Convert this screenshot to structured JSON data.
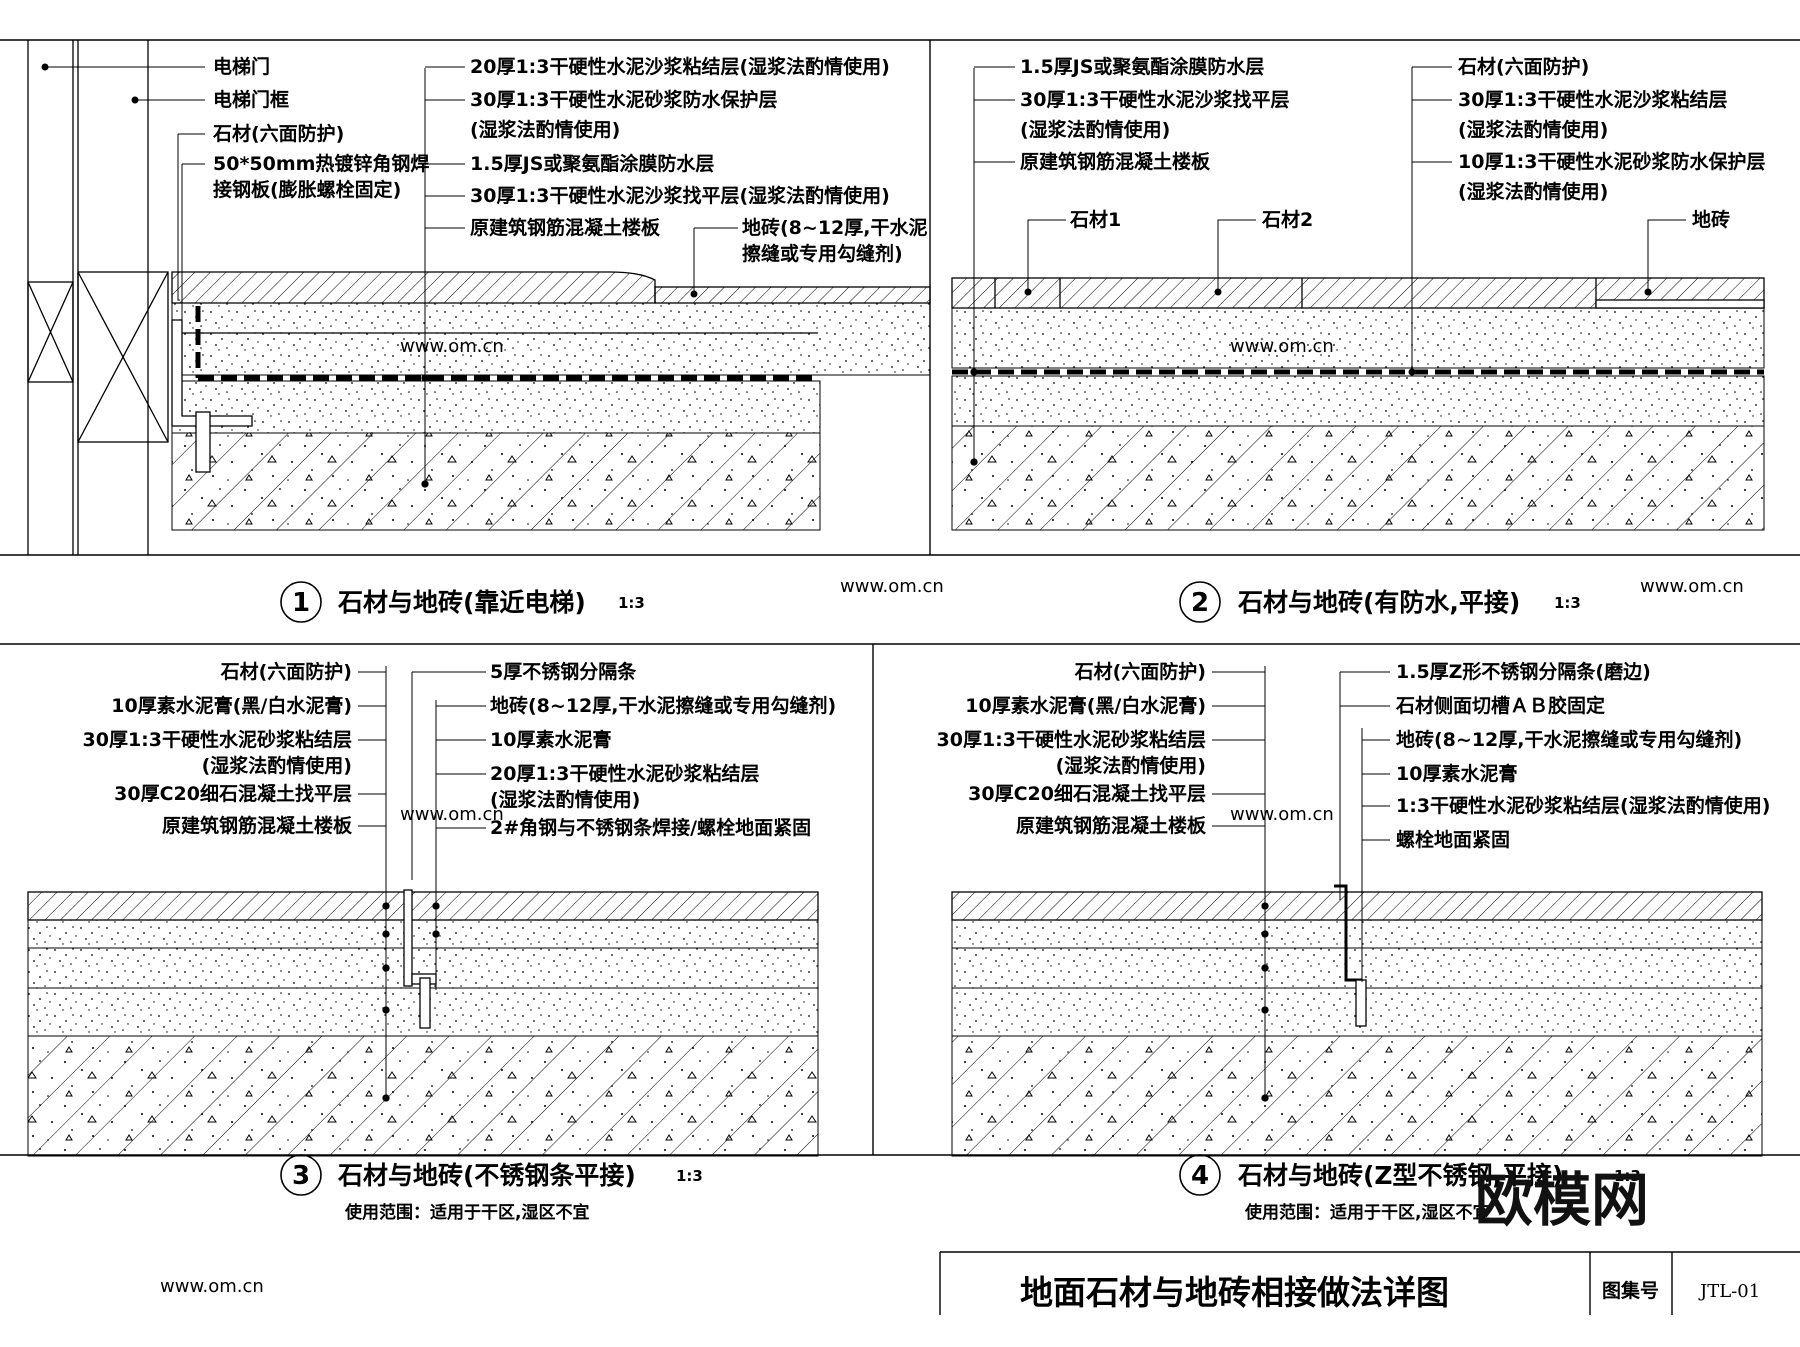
{
  "panels": [
    {
      "id": "1",
      "title": "石材与地砖(靠近电梯)",
      "scale": "1:3",
      "range_text": "",
      "labels": [
        "电梯门",
        "电梯门框",
        "石材(六面防护)",
        "50*50mm热镀锌角钢焊",
        "接钢板(膨胀螺栓固定)",
        "20厚1:3干硬性水泥沙浆粘结层(湿浆法酌情使用)",
        "30厚1:3干硬性水泥砂浆防水保护层",
        "(湿浆法酌情使用)",
        "1.5厚JS或聚氨酯涂膜防水层",
        "30厚1:3干硬性水泥沙浆找平层(湿浆法酌情使用)",
        "原建筑钢筋混凝土楼板",
        "地砖(8~12厚,干水泥",
        "擦缝或专用勾缝剂)"
      ]
    },
    {
      "id": "2",
      "title": "石材与地砖(有防水,平接)",
      "scale": "1:3",
      "range_text": "",
      "labels": [
        "1.5厚JS或聚氨酯涂膜防水层",
        "30厚1:3干硬性水泥沙浆找平层",
        "(湿浆法酌情使用)",
        "原建筑钢筋混凝土楼板",
        "石材(六面防护)",
        "30厚1:3干硬性水泥沙浆粘结层",
        "(湿浆法酌情使用)",
        "10厚1:3干硬性水泥砂浆防水保护层",
        "(湿浆法酌情使用)",
        "石材1",
        "石材2",
        "地砖"
      ]
    },
    {
      "id": "3",
      "title": "石材与地砖(不锈钢条平接)",
      "scale": "1:3",
      "range_text": "使用范围：适用于干区,湿区不宜",
      "labels": [
        "石材(六面防护)",
        "10厚素水泥膏(黑/白水泥膏)",
        "30厚1:3干硬性水泥砂浆粘结层",
        "(湿浆法酌情使用)",
        "30厚C20细石混凝土找平层",
        "原建筑钢筋混凝土楼板",
        "5厚不锈钢分隔条",
        "地砖(8~12厚,干水泥擦缝或专用勾缝剂)",
        "10厚素水泥膏",
        "20厚1:3干硬性水泥砂浆粘结层",
        "(湿浆法酌情使用)",
        "2#角钢与不锈钢条焊接/螺栓地面紧固"
      ]
    },
    {
      "id": "4",
      "title": "石材与地砖(Z型不锈钢,平接)",
      "scale": "1:3",
      "range_text": "使用范围：适用于干区,湿区不宜",
      "labels": [
        "石材(六面防护)",
        "10厚素水泥膏(黑/白水泥膏)",
        "30厚1:3干硬性水泥砂浆粘结层",
        "(湿浆法酌情使用)",
        "30厚C20细石混凝土找平层",
        "原建筑钢筋混凝土楼板",
        "1.5厚Z形不锈钢分隔条(磨边)",
        "石材侧面切槽ＡＢ胶固定",
        "地砖(8~12厚,干水泥擦缝或专用勾缝剂)",
        "10厚素水泥膏",
        "1:3干硬性水泥砂浆粘结层(湿浆法酌情使用)",
        "螺栓地面紧固"
      ]
    }
  ],
  "title_block": {
    "title": "地面石材与地砖相接做法详图",
    "atlas_label": "图集号",
    "atlas_number": "JTL-01"
  },
  "watermark": {
    "brand": "欧模网",
    "url": "www.om.cn"
  }
}
